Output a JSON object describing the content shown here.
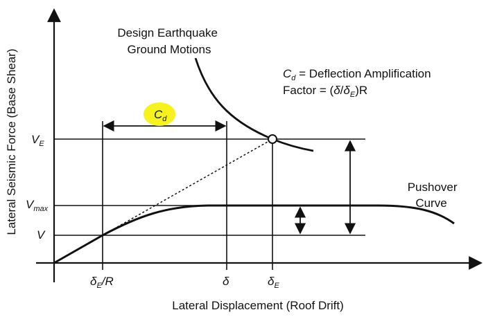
{
  "diagram": {
    "y_axis_title": "Lateral Seismic Force (Base Shear)",
    "x_axis_title": "Lateral Displacement (Roof Drift)",
    "earthquake_label": [
      "Design Earthquake",
      "Ground Motions"
    ],
    "pushover_label": [
      "Pushover",
      "Curve"
    ],
    "cd_definition": {
      "symbol": "C",
      "symbol_sub": "d",
      "line1_rest": " = Deflection Amplification",
      "line2_prefix": "Factor = (",
      "line2_delta": "δ",
      "line2_slash": "/",
      "line2_delta_e": "δ",
      "line2_delta_e_sub": "E",
      "line2_suffix": ")R"
    },
    "cd_dimension": {
      "symbol": "C",
      "sub": "d",
      "highlight": "#f5f21c"
    },
    "y_ticks": [
      {
        "main": "V",
        "sub": "E"
      },
      {
        "main": "V",
        "sub": "max"
      },
      {
        "main": "V",
        "sub": ""
      }
    ],
    "x_ticks": [
      {
        "main": "δ",
        "sub": "E",
        "suffix": "/R"
      },
      {
        "main": "δ",
        "sub": "",
        "suffix": ""
      },
      {
        "main": "δ",
        "sub": "E",
        "suffix": ""
      }
    ]
  }
}
